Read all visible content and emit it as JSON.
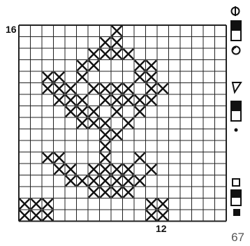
{
  "pattern": {
    "row_label": "16",
    "col_label": "12",
    "page_number": "67",
    "cols": 18,
    "rows": 17,
    "stitch_color": "#111111",
    "grid_color": "#222222",
    "crosses": [
      [
        0,
        8
      ],
      [
        1,
        7
      ],
      [
        1,
        8
      ],
      [
        2,
        6
      ],
      [
        2,
        7
      ],
      [
        2,
        8
      ],
      [
        2,
        9
      ],
      [
        3,
        5
      ],
      [
        3,
        6
      ],
      [
        3,
        10
      ],
      [
        3,
        11
      ],
      [
        4,
        2
      ],
      [
        4,
        3
      ],
      [
        4,
        5
      ],
      [
        4,
        10
      ],
      [
        4,
        11
      ],
      [
        5,
        2
      ],
      [
        5,
        3
      ],
      [
        5,
        4
      ],
      [
        5,
        6
      ],
      [
        5,
        7
      ],
      [
        5,
        8
      ],
      [
        5,
        9
      ],
      [
        5,
        11
      ],
      [
        5,
        12
      ],
      [
        6,
        3
      ],
      [
        6,
        4
      ],
      [
        6,
        5
      ],
      [
        6,
        7
      ],
      [
        6,
        8
      ],
      [
        6,
        9
      ],
      [
        6,
        10
      ],
      [
        6,
        11
      ],
      [
        7,
        4
      ],
      [
        7,
        5
      ],
      [
        7,
        6
      ],
      [
        7,
        8
      ],
      [
        7,
        10
      ],
      [
        8,
        5
      ],
      [
        8,
        6
      ],
      [
        8,
        7
      ],
      [
        8,
        9
      ],
      [
        9,
        7
      ],
      [
        9,
        8
      ],
      [
        10,
        7
      ],
      [
        11,
        2
      ],
      [
        11,
        3
      ],
      [
        11,
        7
      ],
      [
        11,
        10
      ],
      [
        12,
        3
      ],
      [
        12,
        4
      ],
      [
        12,
        6
      ],
      [
        12,
        7
      ],
      [
        12,
        8
      ],
      [
        12,
        9
      ],
      [
        12,
        11
      ],
      [
        13,
        4
      ],
      [
        13,
        5
      ],
      [
        13,
        6
      ],
      [
        13,
        7
      ],
      [
        13,
        8
      ],
      [
        13,
        9
      ],
      [
        13,
        10
      ],
      [
        14,
        6
      ],
      [
        14,
        7
      ],
      [
        14,
        8
      ],
      [
        14,
        9
      ],
      [
        15,
        0
      ],
      [
        15,
        1
      ],
      [
        15,
        2
      ],
      [
        15,
        11
      ],
      [
        15,
        12
      ],
      [
        16,
        0
      ],
      [
        16,
        1
      ],
      [
        16,
        2
      ],
      [
        16,
        11
      ],
      [
        16,
        12
      ]
    ]
  },
  "legend": [
    {
      "icon": "knit-symbol-icon"
    },
    {
      "icon": "dark-over-light-square-icon"
    },
    {
      "icon": "circle-symbol-icon"
    },
    {
      "icon": "triangle-flag-icon"
    },
    {
      "icon": "dark-over-light-square-icon"
    },
    {
      "icon": "dot-icon"
    },
    {
      "icon": "empty-square-icon"
    },
    {
      "icon": "split-square-icon"
    },
    {
      "icon": "filled-square-icon"
    }
  ]
}
